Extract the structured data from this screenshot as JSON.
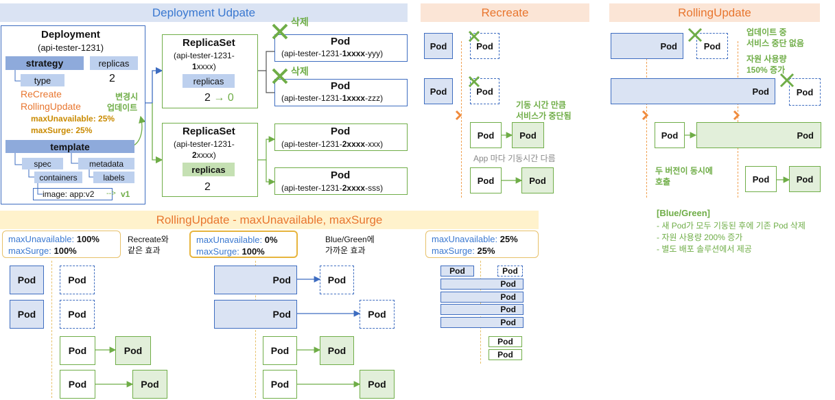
{
  "headers": {
    "deployment": "Deployment Udpate",
    "recreate": "Recreate",
    "rolling": "RollingUpdate",
    "rolling_params": "RollingUpdate - maxUnavailable, maxSurge"
  },
  "deployment": {
    "title": "Deployment",
    "name": "(api-tester-1231)",
    "strategy": "strategy",
    "replicas": "replicas",
    "type": "type",
    "replicas_value": "2",
    "recreate": "ReCreate",
    "rolling": "RollingUpdate",
    "max_unavailable": "maxUnavailable: 25%",
    "max_surge": "maxSurge: 25%",
    "change_note_1": "변경시",
    "change_note_2": "업데이트",
    "template": "template",
    "spec": "spec",
    "metadata": "metadata",
    "containers": "containers",
    "labels": "labels",
    "image": "image: app:v2",
    "image_prev": "v1",
    "image_arrow": "-->"
  },
  "replicasets": [
    {
      "title": "ReplicaSet",
      "name_1": "(api-tester-1231-",
      "name_2": "1",
      "name_3": "xxxx)",
      "replicas": "replicas",
      "value_from": "2",
      "value_arrow": "→",
      "value_to": "0"
    },
    {
      "title": "ReplicaSet",
      "name_1": "(api-tester-1231-",
      "name_2": "2",
      "name_3": "xxxx)",
      "replicas": "replicas",
      "value": "2"
    }
  ],
  "pods_deploy": [
    {
      "title": "Pod",
      "pre": "(api-tester-1231-",
      "bold": "1xxxx",
      "post": "-yyy)",
      "delete": "삭제"
    },
    {
      "title": "Pod",
      "pre": "(api-tester-1231-",
      "bold": "1xxxx",
      "post": "-zzz)",
      "delete": "삭제"
    },
    {
      "title": "Pod",
      "pre": "(api-tester-1231-",
      "bold": "2xxxx",
      "post": "-xxx)"
    },
    {
      "title": "Pod",
      "pre": "(api-tester-1231-",
      "bold": "2xxxx",
      "post": "-sss)"
    }
  ],
  "pod_label": "Pod",
  "recreate": {
    "note_1": "기동 시간 만큼",
    "note_2": "서비스가 중단됨",
    "app_note": "App 마다 기동시간 다름"
  },
  "rolling": {
    "note_1": "업데이트 중",
    "note_2": "서비스 중단 없음",
    "note_3": "자원 사용량",
    "note_4": "150% 증가",
    "both_1": "두 버전이 동시에",
    "both_2": "호출"
  },
  "bluegreen": {
    "title": "[Blue/Green]",
    "items": [
      "- 새 Pod가 모두 기동된 후에 기존 Pod 삭제",
      "- 자원 사용량 200% 증가",
      "- 별도 배포 솔루션에서 제공"
    ]
  },
  "params": [
    {
      "mu_label": "maxUnavailable: ",
      "mu": "100%",
      "ms_label": "maxSurge: ",
      "ms": "100%",
      "note_1": "Recreate와",
      "note_2": "같은 효과"
    },
    {
      "mu_label": "maxUnavailable: ",
      "mu": "0%",
      "ms_label": "maxSurge: ",
      "ms": "100%",
      "note_1": "Blue/Green에",
      "note_2": "가까운 효과"
    },
    {
      "mu_label": "maxUnavailable: ",
      "mu": "25%",
      "ms_label": "maxSurge: ",
      "ms": "25%"
    }
  ],
  "colors": {
    "blue_header_bg": "#dae3f3",
    "orange_header_bg": "#fbe5d6",
    "yellow_header_bg": "#fff2cc",
    "blue_text": "#3a78d0",
    "orange_text": "#e8762f",
    "green_text": "#6fad47"
  }
}
